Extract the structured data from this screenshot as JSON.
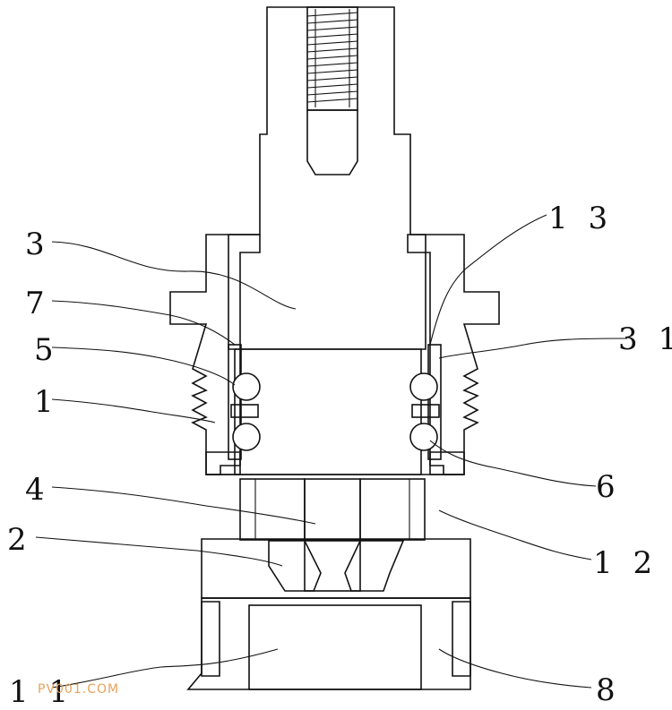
{
  "labels": {
    "l3": "3",
    "l7": "7",
    "l5": "5",
    "l1": "1",
    "l4": "4",
    "l2": "2",
    "l11": "1 1",
    "l13": "1 3",
    "l31": "3 1",
    "l6": "6",
    "l12": "1 2",
    "l8": "8"
  },
  "watermark": "PV001.COM",
  "colors": {
    "line": "#111111",
    "background": "#ffffff",
    "watermark": "#e8a25a"
  }
}
